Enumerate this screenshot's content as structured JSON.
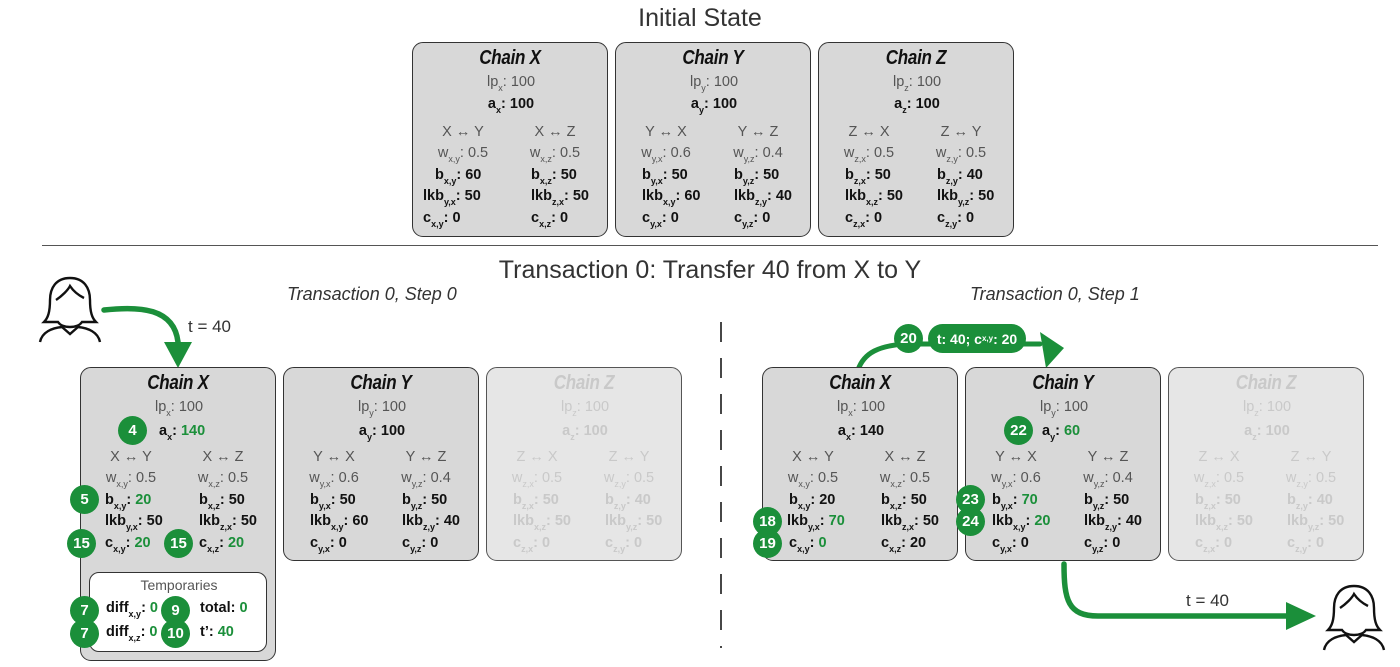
{
  "header": {
    "initial_title": "Initial State",
    "tx_title": "Transaction 0: Transfer 40 from X to Y",
    "step0_label": "Transaction 0, Step 0",
    "step1_label": "Transaction 0, Step 1"
  },
  "chain_names": {
    "x": "Chain X",
    "y": "Chain Y",
    "z": "Chain Z"
  },
  "initial": {
    "x": {
      "lp": "100",
      "a": "100",
      "pair1": "X ↔ Y",
      "pair2": "X ↔ Z",
      "w1": "0.5",
      "w2": "0.5",
      "b1": "60",
      "b2": "50",
      "lkb1": "50",
      "lkb2": "50",
      "c1": "0",
      "c2": "0"
    },
    "y": {
      "lp": "100",
      "a": "100",
      "pair1": "Y ↔ X",
      "pair2": "Y ↔ Z",
      "w1": "0.6",
      "w2": "0.4",
      "b1": "50",
      "b2": "50",
      "lkb1": "60",
      "lkb2": "40",
      "c1": "0",
      "c2": "0"
    },
    "z": {
      "lp": "100",
      "a": "100",
      "pair1": "Z ↔ X",
      "pair2": "Z ↔ Y",
      "w1": "0.5",
      "w2": "0.5",
      "b1": "50",
      "b2": "40",
      "lkb1": "50",
      "lkb2": "50",
      "c1": "0",
      "c2": "0"
    }
  },
  "step0": {
    "t_label": "t = 40",
    "x": {
      "lp": "100",
      "a": "140",
      "w1": "0.5",
      "w2": "0.5",
      "b1": "20",
      "b2": "50",
      "lkb1": "50",
      "lkb2": "50",
      "c1": "20",
      "c2": "20"
    },
    "y": {
      "lp": "100",
      "a": "100",
      "w1": "0.6",
      "w2": "0.4",
      "b1": "50",
      "b2": "50",
      "lkb1": "60",
      "lkb2": "40",
      "c1": "0",
      "c2": "0"
    },
    "z": {
      "lp": "100",
      "a": "100",
      "w1": "0.5",
      "w2": "0.5",
      "b1": "50",
      "b2": "40",
      "lkb1": "50",
      "lkb2": "50",
      "c1": "0",
      "c2": "0"
    },
    "temps": {
      "title": "Temporaries",
      "diff1": "0",
      "diff2": "0",
      "total": "0",
      "tprime": "40"
    },
    "badges": {
      "a": "4",
      "b": "5",
      "c1": "15",
      "c2": "15",
      "diff1": "7",
      "diff2": "7",
      "total": "9",
      "tprime": "10"
    }
  },
  "step1": {
    "t_label": "t = 40",
    "msg_badge": "20",
    "msg_text_pre": "t: 40; c",
    "msg_sub": "x,y",
    "msg_text_post": ": 20",
    "x": {
      "lp": "100",
      "a": "140",
      "w1": "0.5",
      "w2": "0.5",
      "b1": "20",
      "b2": "50",
      "lkb1": "70",
      "lkb2": "50",
      "c1": "0",
      "c2": "20"
    },
    "y": {
      "lp": "100",
      "a": "60",
      "w1": "0.6",
      "w2": "0.4",
      "b1": "70",
      "b2": "50",
      "lkb1": "20",
      "lkb2": "40",
      "c1": "0",
      "c2": "0"
    },
    "z": {
      "lp": "100",
      "a": "100",
      "w1": "0.5",
      "w2": "0.5",
      "b1": "50",
      "b2": "40",
      "lkb1": "50",
      "lkb2": "50",
      "c1": "0",
      "c2": "0"
    },
    "badges": {
      "x_lkb": "18",
      "x_c": "19",
      "y_a": "22",
      "y_b": "23",
      "y_lkb": "24"
    }
  },
  "colors": {
    "accent_green": "#1b8f3a",
    "chain_fill": "#d8d8d8"
  }
}
